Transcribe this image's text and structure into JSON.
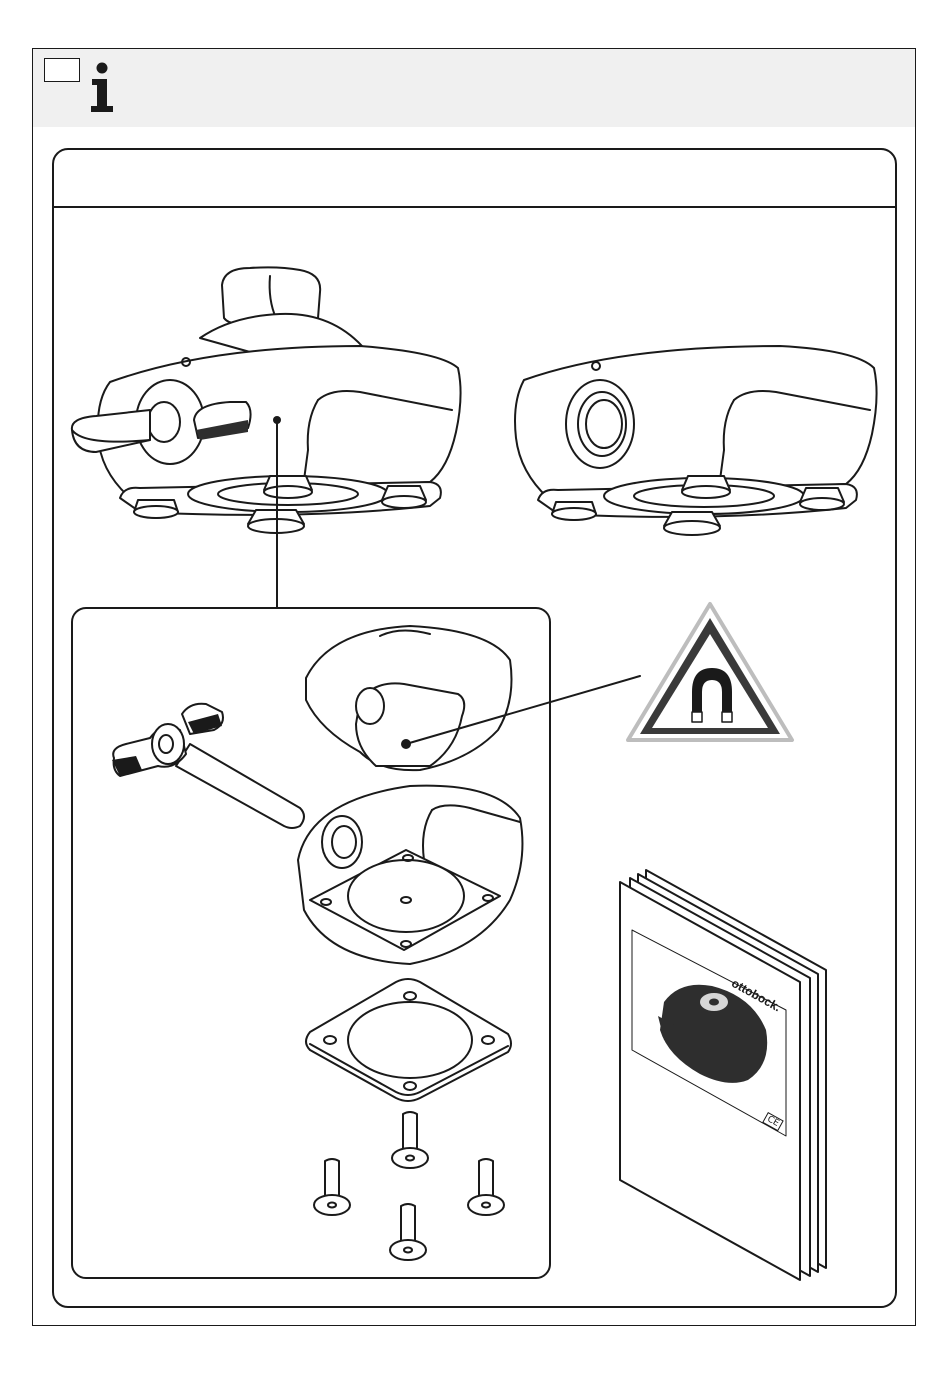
{
  "header": {
    "language_code": "",
    "icon": "info-icon"
  },
  "content_panel": {
    "title": ""
  },
  "illustration": {
    "device_views": [
      "socket-with-lever-view",
      "socket-without-lever-view"
    ],
    "parts": [
      "locking-lever",
      "lock-insert",
      "socket-housing",
      "gasket",
      "countersunk-screws"
    ],
    "warning_sign": "magnetic-field-warning-icon",
    "manual_cover": {
      "brand": "ottobock.",
      "mark": "CE"
    }
  },
  "colors": {
    "line": "#1a1a1a",
    "header_band": "#f0f0f0",
    "warning_fill": "#3a3a3a",
    "magnet_fill": "#1a1a1a",
    "product_dark": "#2e2e2e"
  }
}
